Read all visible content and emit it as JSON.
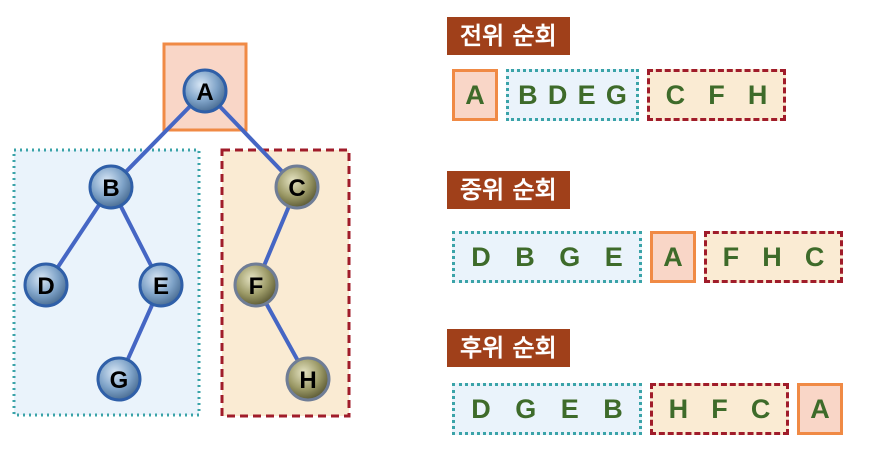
{
  "colors": {
    "title_bg": "#a0401a",
    "root_fill": "#f9d6c7",
    "root_border": "#f08a45",
    "left_fill": "#eaf3fb",
    "left_border": "#3aa3a8",
    "right_fill": "#faebd3",
    "right_border": "#a01c2a",
    "edge": "#4566c4",
    "letter": "#3e6b2a"
  },
  "tree": {
    "nodes": [
      {
        "id": "A",
        "label": "A",
        "group": "root"
      },
      {
        "id": "B",
        "label": "B",
        "group": "left"
      },
      {
        "id": "C",
        "label": "C",
        "group": "right"
      },
      {
        "id": "D",
        "label": "D",
        "group": "left"
      },
      {
        "id": "E",
        "label": "E",
        "group": "left"
      },
      {
        "id": "F",
        "label": "F",
        "group": "right"
      },
      {
        "id": "G",
        "label": "G",
        "group": "left"
      },
      {
        "id": "H",
        "label": "H",
        "group": "right"
      }
    ],
    "edges": [
      [
        "A",
        "B"
      ],
      [
        "A",
        "C"
      ],
      [
        "B",
        "D"
      ],
      [
        "B",
        "E"
      ],
      [
        "E",
        "G"
      ],
      [
        "C",
        "F"
      ],
      [
        "F",
        "H"
      ]
    ]
  },
  "traversals": [
    {
      "title": "전위 순회",
      "root": [
        "A"
      ],
      "left": [
        "B",
        "D",
        "E",
        "G"
      ],
      "right": [
        "C",
        "F",
        "H"
      ],
      "order": [
        "root",
        "left",
        "right"
      ]
    },
    {
      "title": "중위 순회",
      "root": [
        "A"
      ],
      "left": [
        "D",
        "B",
        "G",
        "E"
      ],
      "right": [
        "F",
        "H",
        "C"
      ],
      "order": [
        "left",
        "root",
        "right"
      ]
    },
    {
      "title": "후위 순회",
      "root": [
        "A"
      ],
      "left": [
        "D",
        "G",
        "E",
        "B"
      ],
      "right": [
        "H",
        "F",
        "C"
      ],
      "order": [
        "left",
        "right",
        "root"
      ]
    }
  ]
}
